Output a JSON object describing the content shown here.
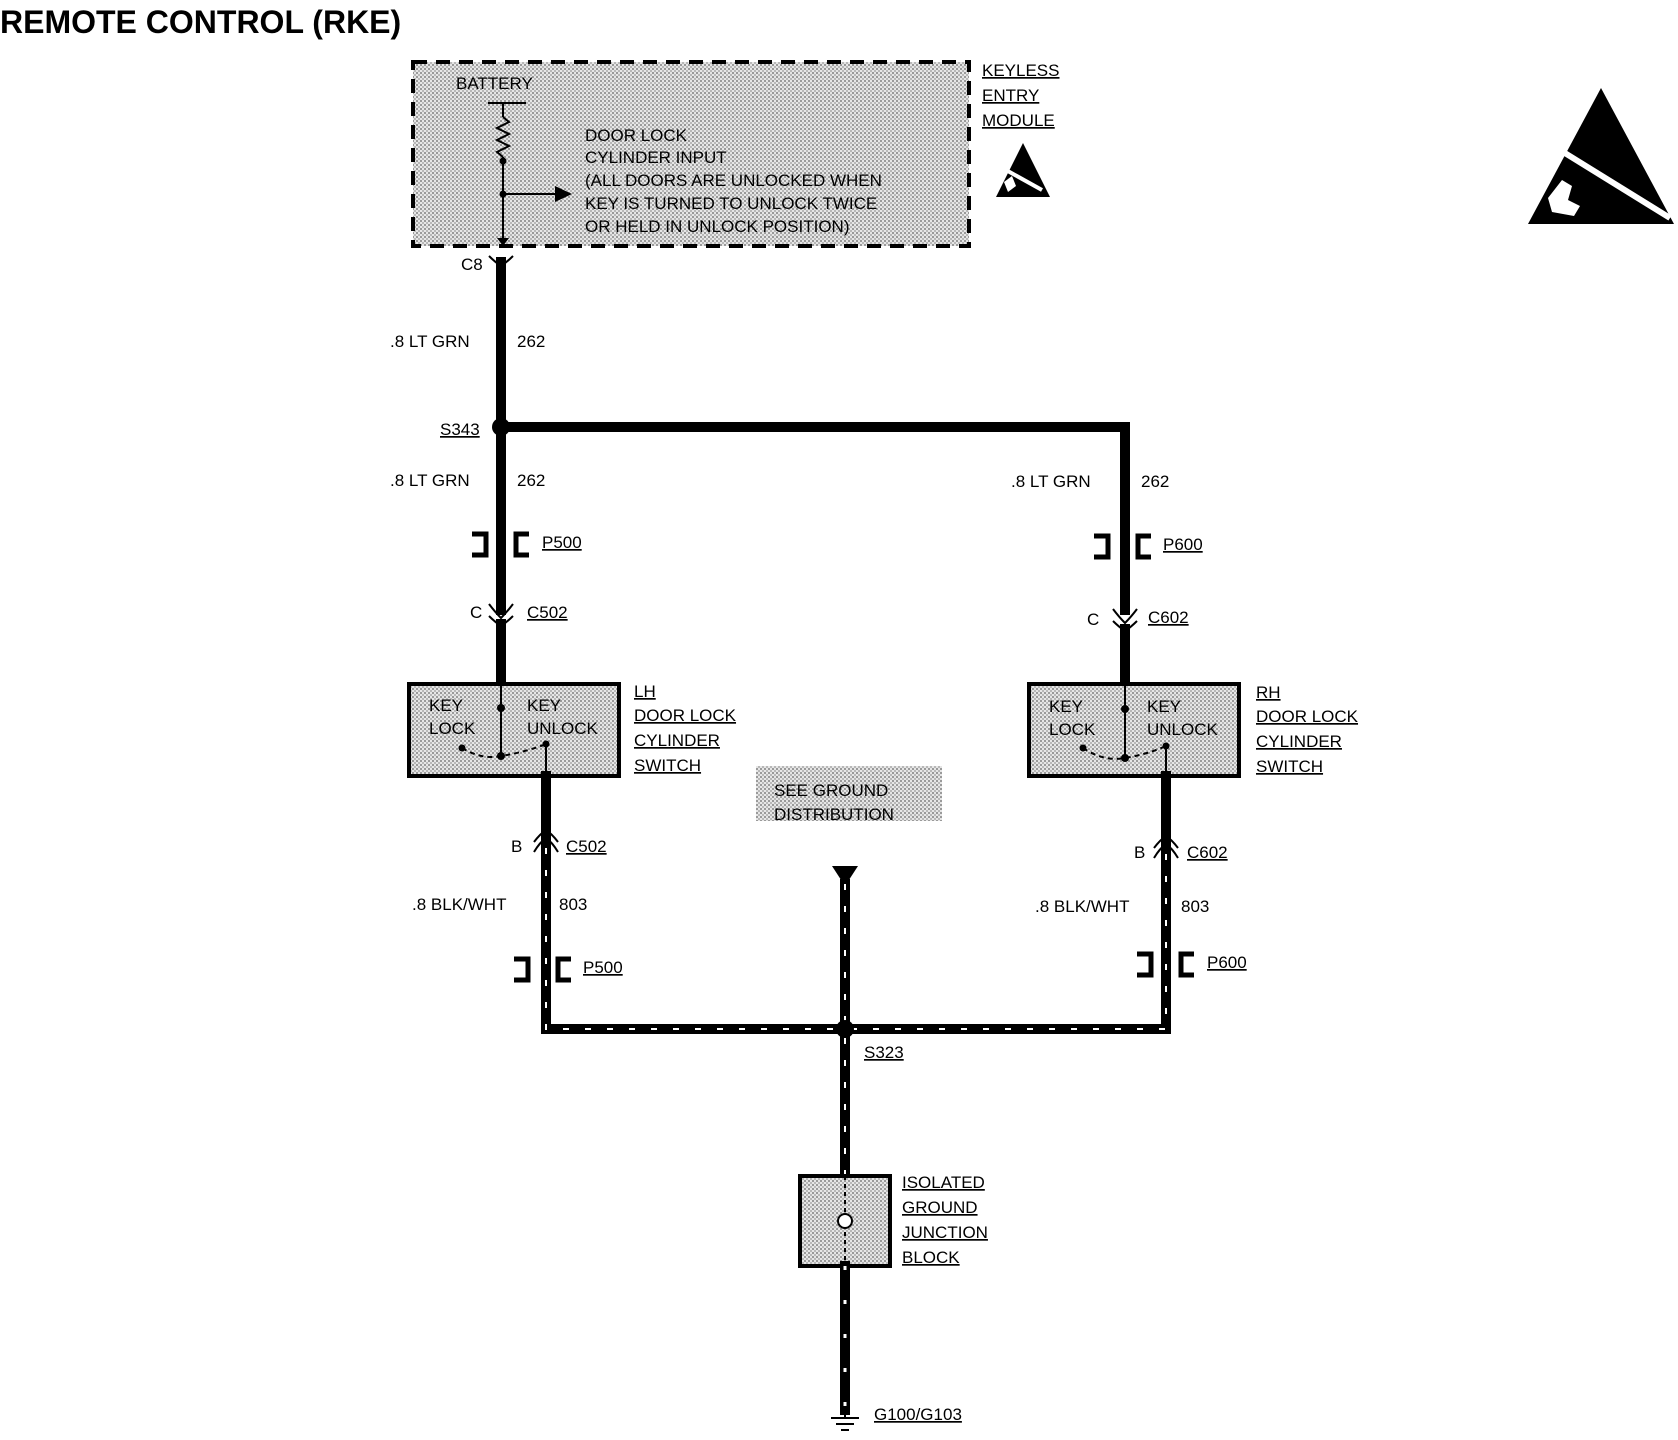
{
  "title": "REMOTE CONTROL (RKE)",
  "module": {
    "name_lines": [
      "KEYLESS",
      "ENTRY",
      "MODULE"
    ],
    "battery": "BATTERY",
    "input_lines": [
      "DOOR  LOCK",
      "CYLINDER INPUT",
      "(ALL DOORS ARE UNLOCKED WHEN",
      "KEY IS TURNED TO UNLOCK TWICE",
      "OR HELD IN UNLOCK POSITION)"
    ],
    "connector": "C8"
  },
  "wires": {
    "top": {
      "gauge_color": ".8 LT GRN",
      "circuit": "262"
    },
    "left_upper": {
      "gauge_color": ".8 LT GRN",
      "circuit": "262"
    },
    "right_upper": {
      "gauge_color": ".8 LT GRN",
      "circuit": "262"
    },
    "left_lower": {
      "gauge_color": ".8 BLK/WHT",
      "circuit": "803"
    },
    "right_lower": {
      "gauge_color": ".8 BLK/WHT",
      "circuit": "803"
    }
  },
  "splices": {
    "upper": "S343",
    "lower": "S323"
  },
  "passthroughs": {
    "left_upper": "P500",
    "right_upper": "P600",
    "left_lower": "P500",
    "right_lower": "P600"
  },
  "connectors": {
    "left_upper": {
      "pin": "C",
      "name": "C502"
    },
    "right_upper": {
      "pin": "C",
      "name": "C602"
    },
    "left_lower": {
      "pin": "B",
      "name": "C502"
    },
    "right_lower": {
      "pin": "B",
      "name": "C602"
    }
  },
  "lh_switch": {
    "contacts": [
      "KEY",
      "LOCK",
      "KEY",
      "UNLOCK"
    ],
    "name_lines": [
      "LH",
      "DOOR LOCK",
      "CYLINDER",
      "SWITCH"
    ]
  },
  "rh_switch": {
    "contacts": [
      "KEY",
      "LOCK",
      "KEY",
      "UNLOCK"
    ],
    "name_lines": [
      "RH",
      "DOOR LOCK",
      "CYLINDER",
      "SWITCH"
    ]
  },
  "ground_note": [
    "SEE GROUND",
    "DISTRIBUTION"
  ],
  "junction_block": [
    "ISOLATED",
    "GROUND",
    "JUNCTION",
    "BLOCK"
  ],
  "ground": "G100/G103",
  "icons": [
    "esd-warning-icon"
  ],
  "colors": {
    "line": "#000000",
    "shade": "#c8c8c8",
    "background": "#ffffff"
  }
}
